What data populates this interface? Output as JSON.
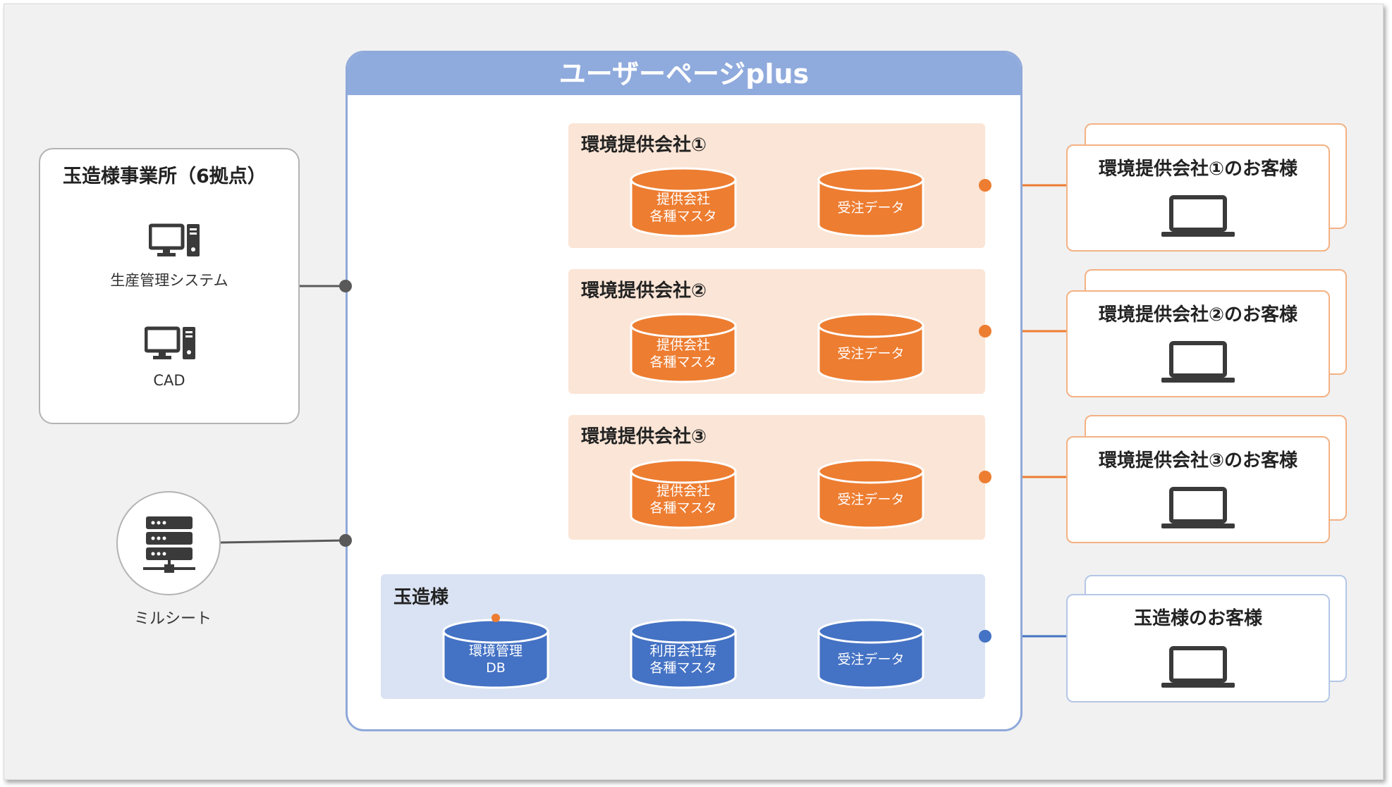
{
  "platform": {
    "title": "ユーザーページplus"
  },
  "factory": {
    "title": "玉造様事業所（6拠点）",
    "systems": [
      {
        "label": "生産管理システム",
        "icon": "desktop-pc-icon"
      },
      {
        "label": "CAD",
        "icon": "desktop-pc-icon"
      }
    ]
  },
  "millsheet": {
    "label": "ミルシート",
    "icon": "server-icon"
  },
  "companies": [
    {
      "title": "環境提供会社①",
      "db1": "提供会社\n各種マスタ",
      "db2": "受注データ",
      "customer": "環境提供会社①のお客様"
    },
    {
      "title": "環境提供会社②",
      "db1": "提供会社\n各種マスタ",
      "db2": "受注データ",
      "customer": "環境提供会社②のお客様"
    },
    {
      "title": "環境提供会社③",
      "db1": "提供会社\n各種マスタ",
      "db2": "受注データ",
      "customer": "環境提供会社③のお客様"
    }
  ],
  "tamazo": {
    "title": "玉造様",
    "db1": "環境管理\nDB",
    "db2": "利用会社毎\n各種マスタ",
    "db3": "受注データ",
    "customer": "玉造様のお客様"
  },
  "colors": {
    "orange": "#ed7d31",
    "orange_panel": "#fbe5d6",
    "blue": "#4472c4",
    "blue_panel": "#dae3f3",
    "header": "#8faadc",
    "gray_line": "#595959"
  },
  "icons": {
    "customer_device": "laptop-icon",
    "database": "database-cylinder-icon"
  }
}
